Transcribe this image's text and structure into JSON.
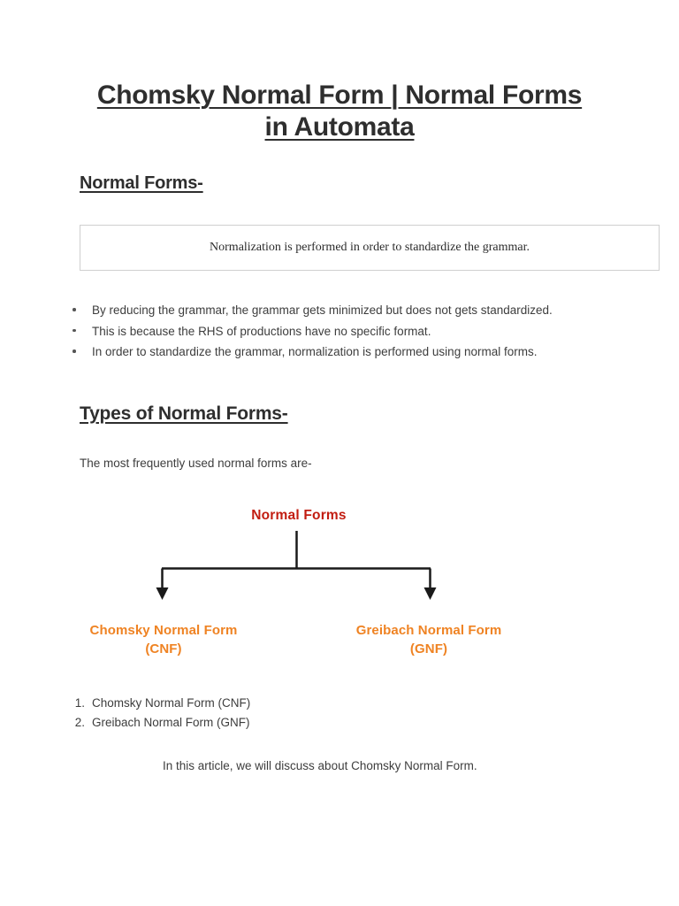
{
  "document": {
    "title_line1": "Chomsky Normal Form | Normal Forms",
    "title_line2": "in Automata"
  },
  "sections": {
    "normal_forms_heading": "Normal Forms-",
    "types_heading": "Types of Normal Forms-"
  },
  "callout": {
    "text": "Normalization is performed in order to standardize the grammar."
  },
  "bullets": [
    "By reducing the grammar, the grammar gets minimized but does not gets standardized.",
    "This is because the RHS of productions have no specific format.",
    "In order to standardize the grammar, normalization is performed using normal forms."
  ],
  "paragraphs": {
    "most_frequent": "The most frequently used normal forms are-",
    "closing": "In this article, we will discuss about Chomsky Normal Form."
  },
  "diagram": {
    "root_label": "Normal Forms",
    "root_color": "#c21d11",
    "leaf_color": "#ef8323",
    "connector_color": "#1a1a1a",
    "leaves": [
      {
        "line1": "Chomsky Normal Form",
        "line2": "(CNF)"
      },
      {
        "line1": "Greibach Normal Form",
        "line2": "(GNF)"
      }
    ]
  },
  "numbered_list": [
    {
      "num": "1.",
      "text": "Chomsky Normal Form (CNF)"
    },
    {
      "num": "2.",
      "text": "Greibach Normal Form (GNF)"
    }
  ]
}
